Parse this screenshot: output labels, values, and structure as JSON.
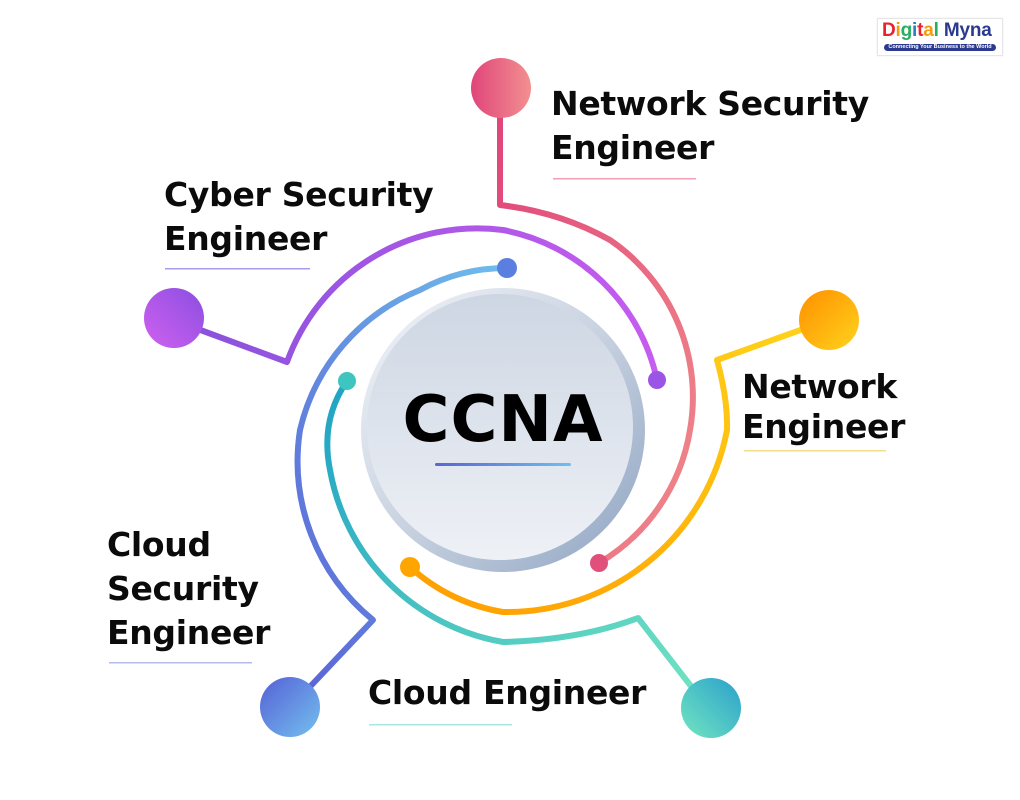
{
  "logo": {
    "letters": [
      {
        "ch": "D",
        "color": "#e8232f"
      },
      {
        "ch": "i",
        "color": "#f39c12"
      },
      {
        "ch": "g",
        "color": "#27ae60"
      },
      {
        "ch": "i",
        "color": "#2980b9"
      },
      {
        "ch": "t",
        "color": "#e8232f"
      },
      {
        "ch": "a",
        "color": "#f39c12"
      },
      {
        "ch": "l",
        "color": "#27ae60"
      },
      {
        "ch": " ",
        "color": "#000000"
      },
      {
        "ch": "M",
        "color": "#2b3a8f"
      },
      {
        "ch": "y",
        "color": "#2b3a8f"
      },
      {
        "ch": "n",
        "color": "#2b3a8f"
      },
      {
        "ch": "a",
        "color": "#2b3a8f"
      }
    ],
    "text": "Digital Myna",
    "tagline": "Connecting Your Business to the World"
  },
  "center": {
    "title": "CCNA",
    "underline_colors": [
      "#5b63d6",
      "#6cc0ee"
    ]
  },
  "roles": [
    {
      "id": "network-security-engineer",
      "lines": [
        "Network Security",
        "Engineer"
      ],
      "color_start": "#e0507a",
      "color_end": "#f08a8a",
      "underline": "#f0a0b4"
    },
    {
      "id": "cyber-security-engineer",
      "lines": [
        "Cyber Security",
        "Engineer"
      ],
      "color_start": "#8f4fe0",
      "color_end": "#c85ff0",
      "underline": "#a99be8"
    },
    {
      "id": "network-engineer",
      "lines": [
        "Network",
        "Engineer"
      ],
      "color_start": "#ff9a00",
      "color_end": "#ffd21a",
      "underline": "#f5dc8a"
    },
    {
      "id": "cloud-security-engineer",
      "lines": [
        "Cloud",
        "Security",
        "Engineer"
      ],
      "color_start": "#5a66d8",
      "color_end": "#6cb8ec",
      "underline": "#b4bbef"
    },
    {
      "id": "cloud-engineer",
      "lines": [
        "Cloud Engineer"
      ],
      "color_start": "#2aa3c8",
      "color_end": "#6fe0c0",
      "underline": "#a8e6e0"
    }
  ]
}
